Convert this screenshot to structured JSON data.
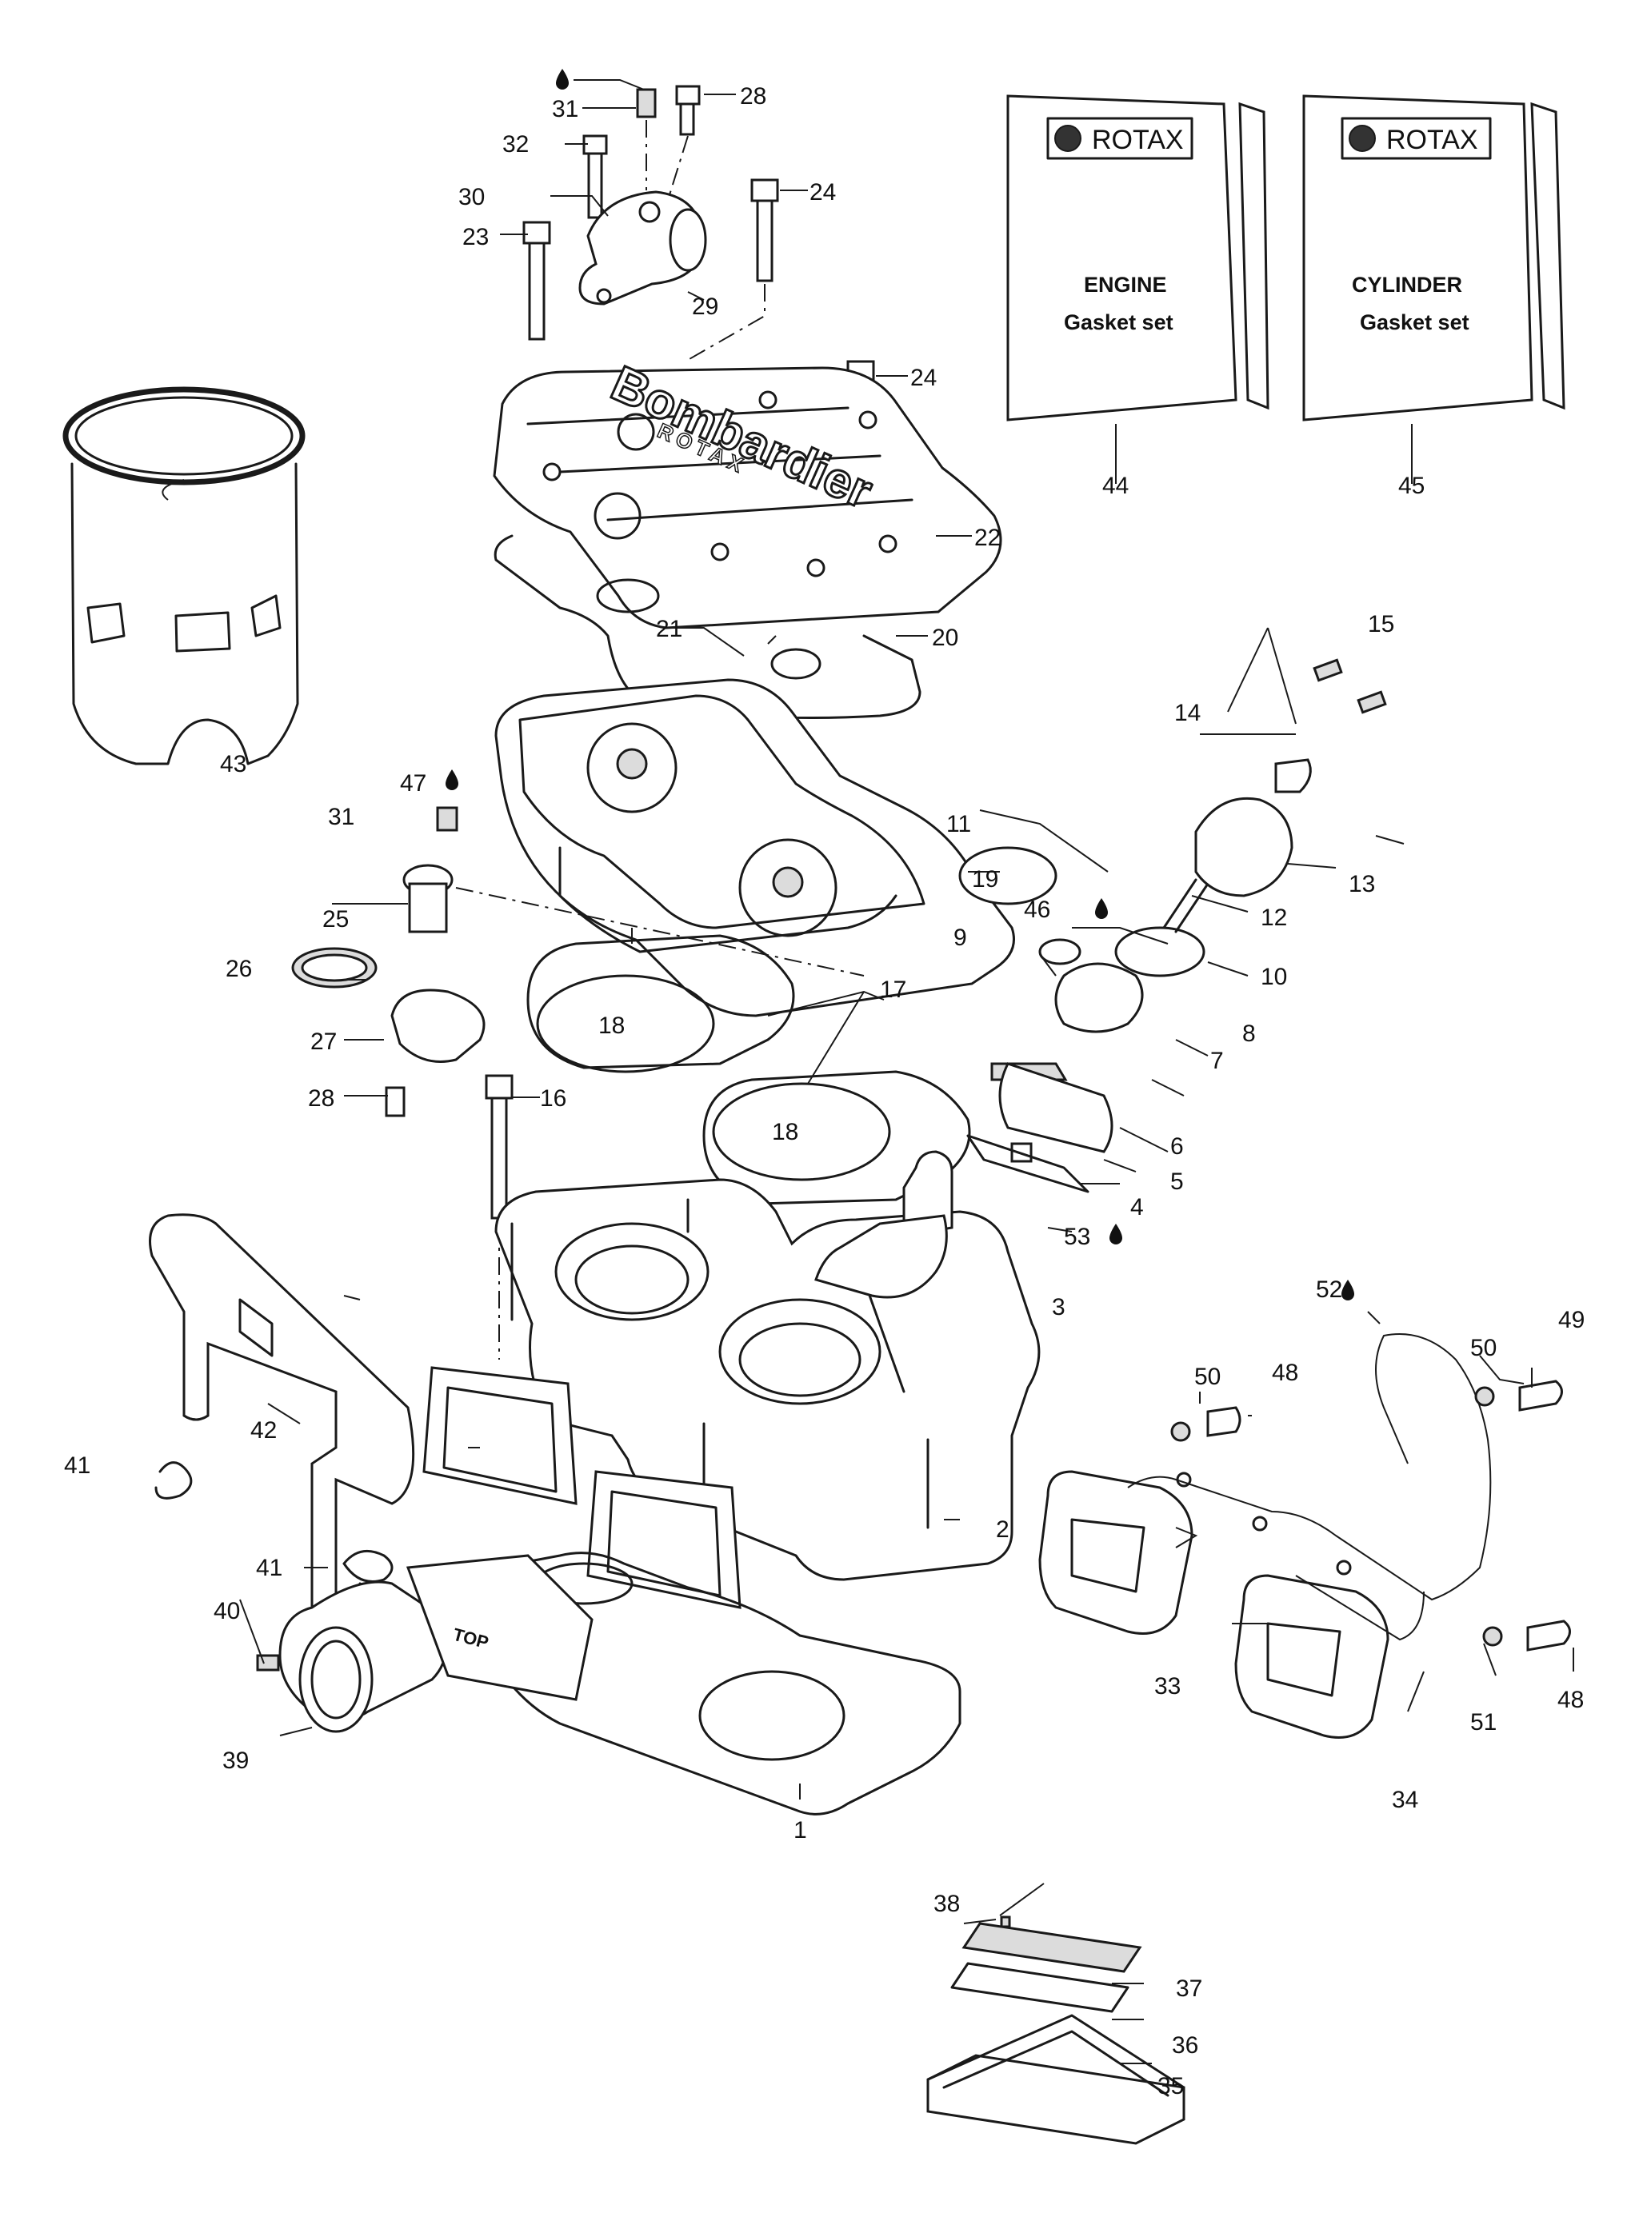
{
  "diagram": {
    "callouts": [
      "1",
      "2",
      "3",
      "4",
      "5",
      "6",
      "7",
      "8",
      "9",
      "10",
      "11",
      "12",
      "13",
      "14",
      "15",
      "16",
      "17",
      "18",
      "18",
      "19",
      "20",
      "21",
      "22",
      "23",
      "24",
      "24",
      "25",
      "26",
      "27",
      "28",
      "28",
      "29",
      "30",
      "31",
      "31",
      "32",
      "33",
      "34",
      "35",
      "36",
      "37",
      "38",
      "39",
      "40",
      "41",
      "41",
      "42",
      "43",
      "44",
      "45",
      "46",
      "47",
      "48",
      "48",
      "49",
      "50",
      "50",
      "51",
      "52",
      "53"
    ],
    "books": [
      {
        "brand": "ROTAX",
        "line1": "ENGINE",
        "line2": "Gasket set"
      },
      {
        "brand": "ROTAX",
        "line1": "CYLINDER",
        "line2": "Gasket set"
      }
    ],
    "head_cover_lettering": "Bombardier",
    "head_cover_sublettering": "ROTAX",
    "reed_lettering": "TOP"
  }
}
